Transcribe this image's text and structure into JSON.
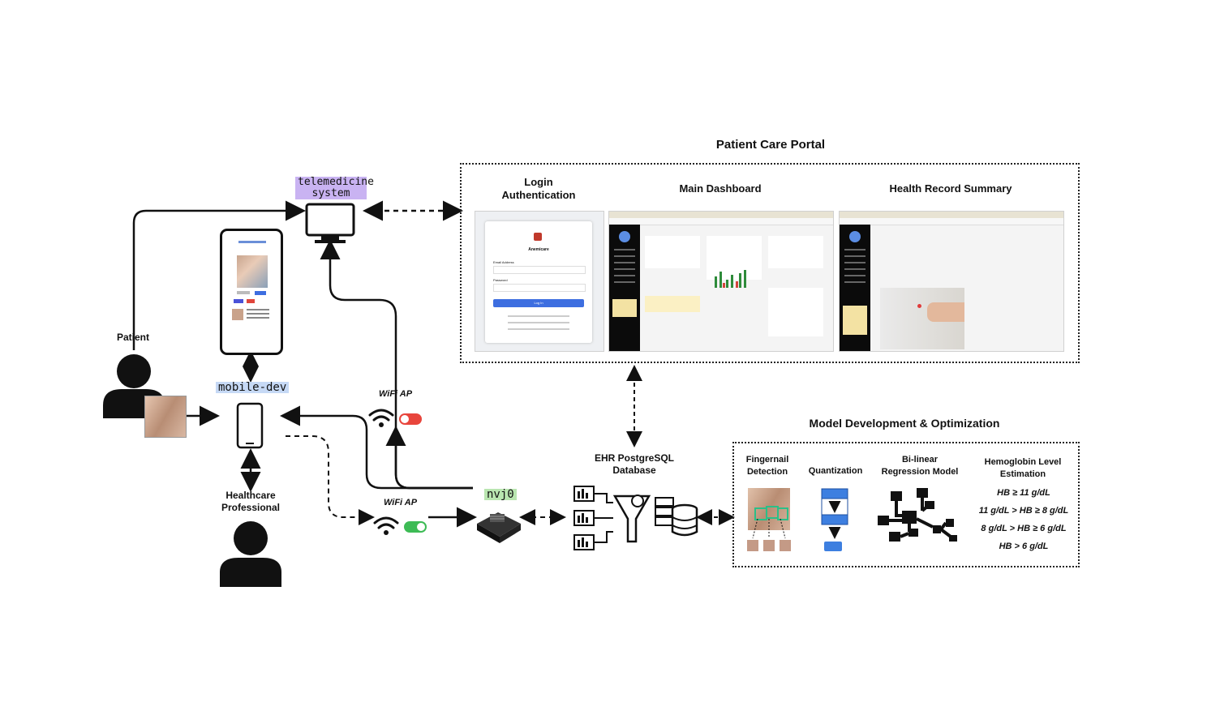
{
  "portal": {
    "title": "Patient Care Portal",
    "login_title": "Login\nAuthentication",
    "dashboard_title": "Main Dashboard",
    "summary_title": "Health Record Summary",
    "login_app_name": "Anemicare",
    "login_email_label": "Email Address",
    "login_password_label": "Password",
    "login_button": "Log In"
  },
  "tags": {
    "telemedicine": "telemedicine\nsystem",
    "mobile_dev": "mobile-dev",
    "nvj0": "nvj0"
  },
  "actors": {
    "patient": "Patient",
    "healthcare": "Healthcare\nProfessional"
  },
  "network": {
    "wifi_top": "WiFi AP",
    "wifi_bottom": "WiFi AP",
    "database": "EHR PostgreSQL\nDatabase"
  },
  "model": {
    "title": "Model Development & Optimization",
    "steps": [
      "Fingernail\nDetection",
      "Quantization",
      "Bi-linear\nRegression Model",
      "Hemoglobin Level\nEstimation"
    ],
    "levels": [
      "HB ≥ 11 g/dL",
      "11 g/dL > HB ≥ 8 g/dL",
      "8 g/dL > HB ≥ 6 g/dL",
      "HB > 6 g/dL"
    ]
  },
  "colors": {
    "tag_purple": "#c9b3f2",
    "tag_blue": "#c6d9f5",
    "tag_green": "#b9e6b0",
    "toggle_red": "#e8453c",
    "toggle_green": "#3dbb55",
    "block_blue": "#3d7fe0"
  }
}
